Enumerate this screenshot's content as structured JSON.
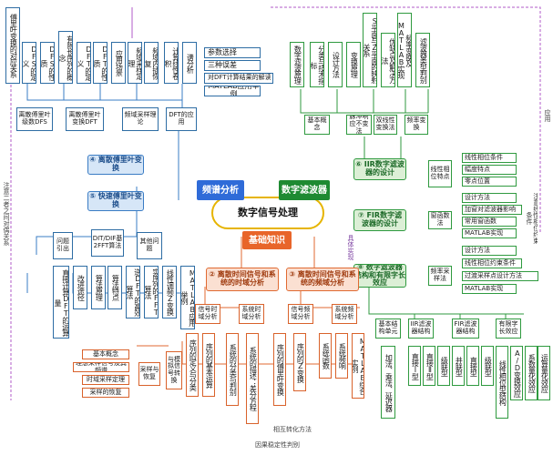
{
  "center": "数字信号处理",
  "hubs": {
    "freq": "频谱分析",
    "filter": "数字滤波器",
    "basic": "基础知识"
  },
  "blue": {
    "dft": "④ 离散傅里叶变换",
    "fft": "⑤ 快速傅里叶变换",
    "top": [
      "傅里叶变换的对应关系",
      "DFS的定义",
      "DFS的性质",
      "有限长序列的概念",
      "DFT的定义",
      "DFT的性质",
      "应用场景",
      "频域采样定理",
      "频域内插恢复",
      "计算线性卷积",
      "谱分析"
    ],
    "spec": [
      "参数选择",
      "三种误差",
      "对DFT计算结果的解读",
      "MATLAB应用举例"
    ],
    "mid": [
      "离散傅里叶级数DFS",
      "离散傅里叶变换DFT",
      "频域采样理论",
      "DFT的应用"
    ],
    "fftmid": [
      "问题引出",
      "DIT/DIF基2FFT算法",
      "其他问题"
    ],
    "fftbot": [
      "直接计算DFT的运算量",
      "改进途径",
      "算法原理",
      "算法特点",
      "逆DFT的高效算法",
      "实序列的FFT算法",
      "线性调频Z变换",
      "MATLAB应用举例"
    ]
  },
  "green": {
    "iir": "⑥ IIR数字滤波器的设计",
    "fir": "⑦ FIR数字滤波器的设计",
    "struct": "⑧ 数字滤波器结构和有限字长效应",
    "top": [
      "数字滤波原理",
      "分类与技术指标",
      "设计方法",
      "变换原理",
      "S平面与Z平面的映射关系",
      "优缺点及解决方法",
      "频率变换及MATLAB实现",
      "滤波器类型判别"
    ],
    "mid": [
      "基本概念",
      "脉冲响应不变法",
      "双线性变换法",
      "频率变换"
    ],
    "right1": [
      "线性相位条件",
      "幅度特点",
      "零点位置"
    ],
    "right2": [
      "设计方法",
      "加窗对滤波器影响",
      "常用窗函数",
      "MATLAB实现"
    ],
    "right3": [
      "设计方法",
      "线性相位约束条件",
      "过渡采样点设计方法",
      "MATLAB实现"
    ],
    "cat": [
      "线性相位特点",
      "窗函数法",
      "频率采样法"
    ],
    "bottomHead": [
      "基本结构单元",
      "IIR滤波器结构",
      "FIR滤波器结构",
      "有限字长效应"
    ],
    "bottom": [
      "加法、乘法、延迟器",
      "直接Ⅰ型",
      "直接Ⅱ型",
      "级联型",
      "并联型",
      "直接型",
      "级联型",
      "线性相位型结构",
      "A/D变换效应",
      "系数量化效应",
      "运算量化效应"
    ],
    "constraint": "注意线性相位约束条件"
  },
  "orange": {
    "l2": "② 离散时间信号和系统的时域分析",
    "l3": "③ 离散时间信号和系统的频域分析",
    "mid": [
      "信号时域分析",
      "系统时域分析",
      "信号频域分析",
      "系统频域分析"
    ],
    "left": [
      "基本概念",
      "理想采样信号及其频谱",
      "时域采样定理",
      "采样的恢复"
    ],
    "leftgroup": [
      "采样与恢复",
      "与模拟信号转换"
    ],
    "bot": [
      "序列的定义与分类",
      "序列的基本运算",
      "系统的分类与判别",
      "系统的描述：差分方程",
      "序列的傅里叶变换",
      "序列的Z变换",
      "系统函数",
      "系统频响",
      "MATLAB综合实例"
    ],
    "caption1": "相互转化方法",
    "caption2": "因果稳定性判别"
  },
  "side": {
    "left": "注意二者之间对偶关系",
    "right": "应用",
    "mid": "具体实现"
  }
}
